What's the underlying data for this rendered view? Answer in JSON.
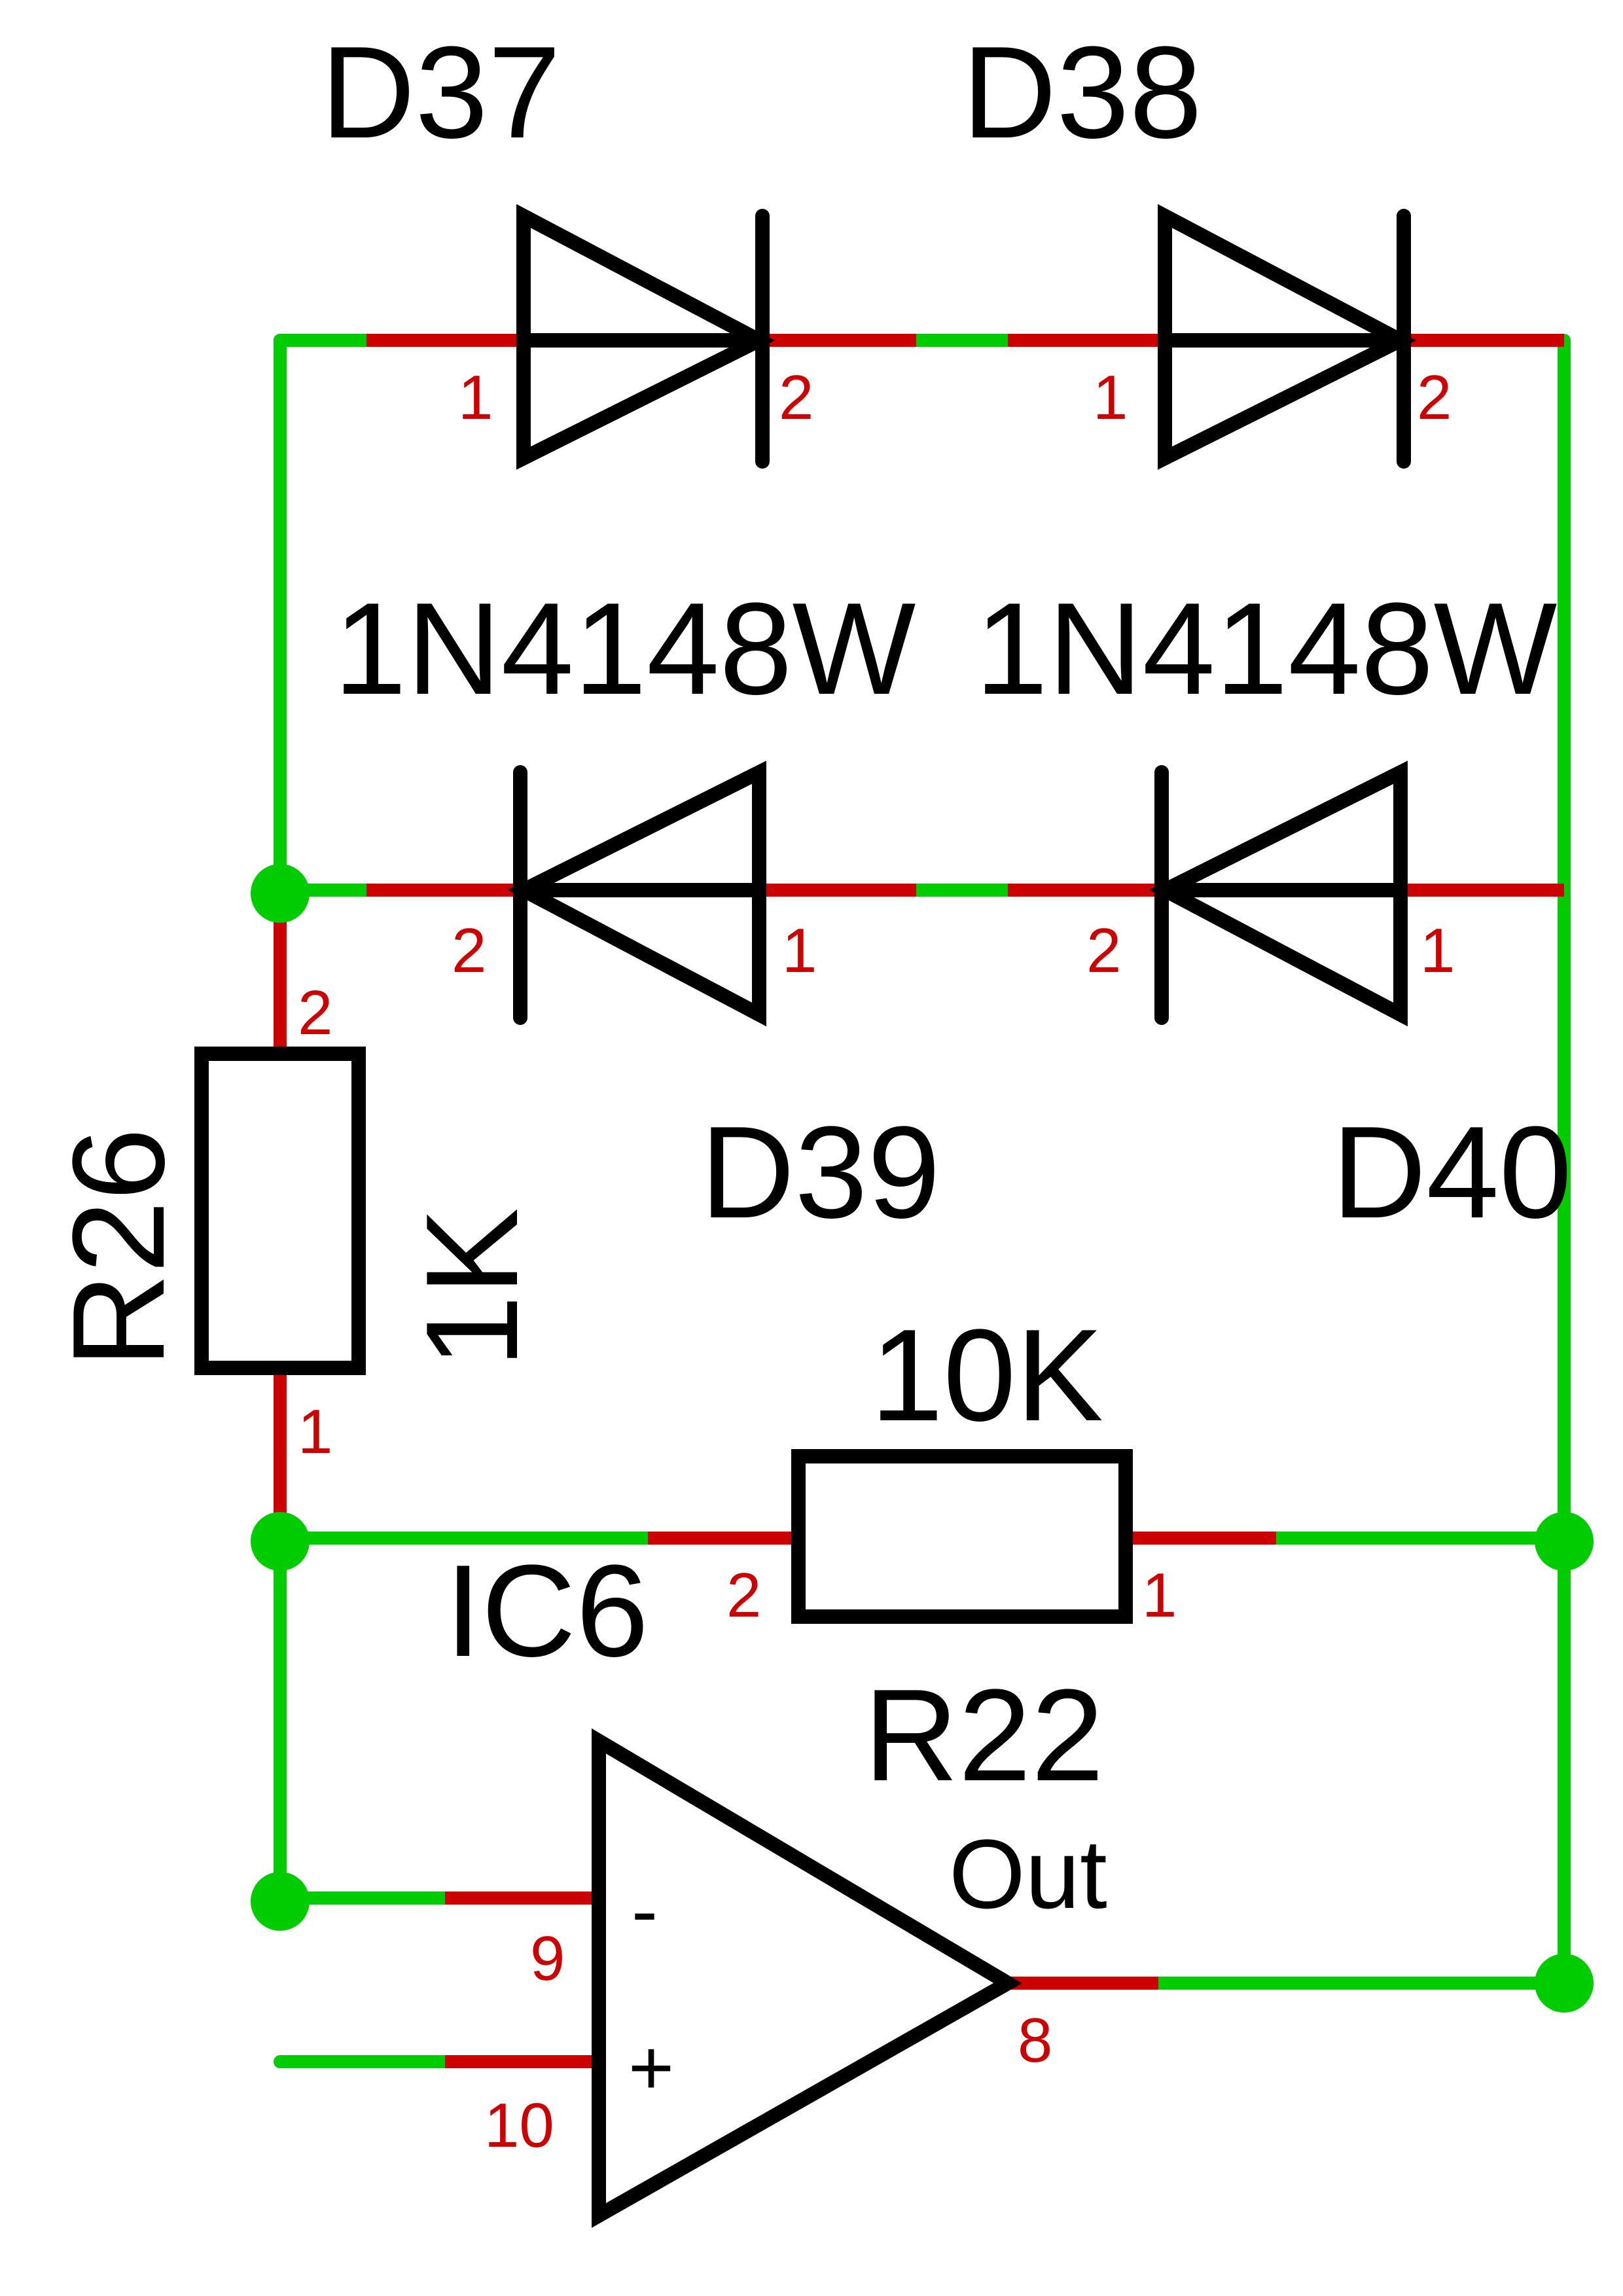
{
  "components": {
    "d37": {
      "ref": "D37",
      "value": "1N4148W",
      "pin1": "1",
      "pin2": "2"
    },
    "d38": {
      "ref": "D38",
      "value": "1N4148W",
      "pin1": "1",
      "pin2": "2"
    },
    "d39": {
      "ref": "D39",
      "pin1": "1",
      "pin2": "2"
    },
    "d40": {
      "ref": "D40",
      "pin1": "1",
      "pin2": "2"
    },
    "r26": {
      "ref": "R26",
      "value": "1K",
      "pin1": "1",
      "pin2": "2"
    },
    "r22": {
      "ref": "R22",
      "value": "10K",
      "pin1": "1",
      "pin2": "2"
    },
    "ic6": {
      "ref": "IC6",
      "out_label": "Out",
      "minus_sign": "-",
      "plus_sign": "+",
      "pin_minus": "9",
      "pin_plus": "10",
      "pin_out": "8"
    }
  },
  "colors": {
    "wire": "#00cc00",
    "pin_stub": "#cc0000",
    "body": "#000000",
    "pin_text": "#cc0000"
  }
}
